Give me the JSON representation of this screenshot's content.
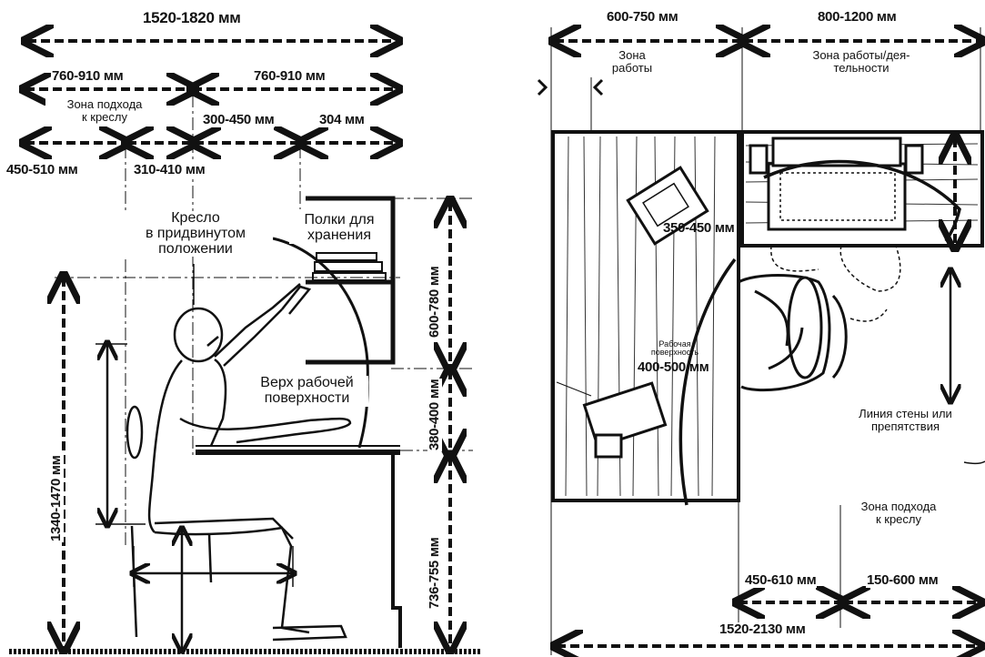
{
  "left_panel": {
    "dims": {
      "total_width": "1520-1820 мм",
      "approach_width": "760-910 мм",
      "desk_width": "760-910 мм",
      "shelf_reach": "300-450 мм",
      "shelf_depth": "304 мм",
      "seat_front": "450-510 мм",
      "seat_back": "310-410 мм",
      "shelf_height": "600-780 мм",
      "gap_height": "380-400 мм",
      "desk_height": "736-755 мм",
      "eye_height": "1340-1470 мм"
    },
    "labels": {
      "approach_zone": [
        "Зона подхода",
        "к креслу"
      ],
      "chair": [
        "Кресло",
        "в придвинутом",
        "положении"
      ],
      "shelves": [
        "Полки для",
        "хранения"
      ],
      "desk_top": [
        "Верх рабочей",
        "поверхности"
      ]
    }
  },
  "right_panel": {
    "dims": {
      "work_zone_width": "600-750 мм",
      "activity_zone_width": "800-1200 мм",
      "corner_reach": "350-450 мм",
      "surface_reach": "400-500 мм",
      "approach_depth": "450-610 мм",
      "side_clearance": "150-600 мм",
      "total_width": "1520-2130 мм"
    },
    "labels": {
      "work_zone": [
        "Зона",
        "работы"
      ],
      "activity_zone": [
        "Зона работы/дея-",
        "тельности"
      ],
      "work_surface": [
        "Рабочая",
        "поверхность"
      ],
      "wall_line": [
        "Линия стены или",
        "препятствия"
      ],
      "approach_zone": [
        "Зона подхода",
        "к креслу"
      ]
    }
  },
  "colors": {
    "ink": "#111111",
    "paper": "#ffffff"
  }
}
